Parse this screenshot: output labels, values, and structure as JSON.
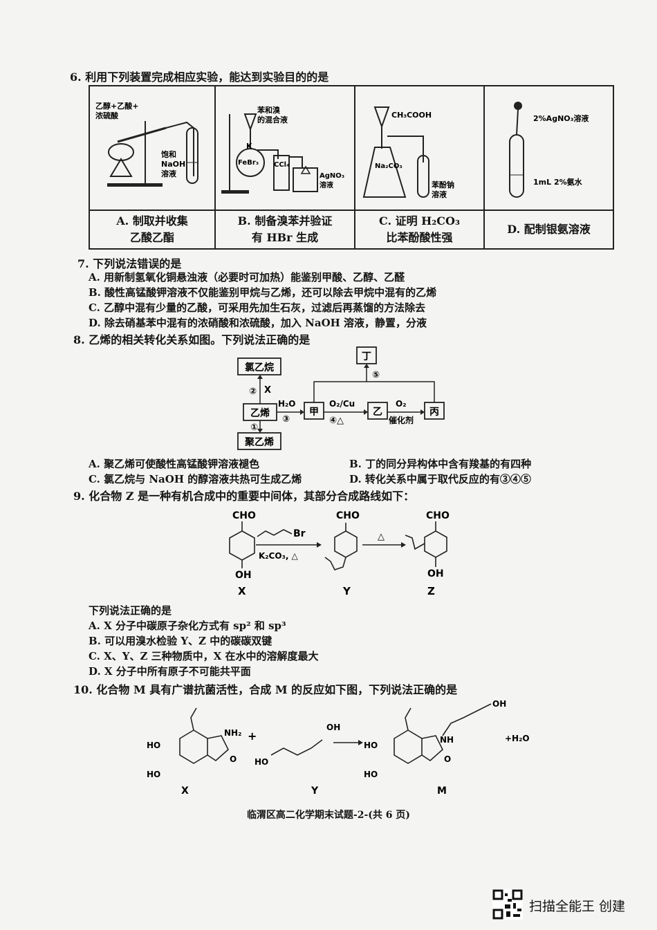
{
  "q6": {
    "stem": "6. 利用下列装置完成相应实验，能达到实验目的的是",
    "apparatus": {
      "a": {
        "labels": [
          "乙醇+乙酸+",
          "浓硫酸",
          "饱和",
          "NaOH",
          "溶液"
        ],
        "caption_line1": "A. 制取并收集",
        "caption_line2": "乙酸乙酯"
      },
      "b": {
        "labels": [
          "苯和溴",
          "的混合液",
          "K",
          "FeBr₃",
          "CCl₄",
          "AgNO₃",
          "溶液"
        ],
        "caption_line1": "B. 制备溴苯并验证",
        "caption_line2": "有 HBr 生成"
      },
      "c": {
        "labels": [
          "CH₃COOH",
          "Na₂CO₃",
          "苯酚钠",
          "溶液"
        ],
        "caption_line1": "C. 证明 H₂CO₃",
        "caption_line2": "比苯酚酸性强"
      },
      "d": {
        "labels": [
          "2%AgNO₃溶液",
          "1mL 2%氨水"
        ],
        "caption_line1": "D. 配制银氨溶液"
      }
    }
  },
  "q7": {
    "stem": "7. 下列说法错误的是",
    "options": [
      "A. 用新制氢氧化铜悬浊液（必要时可加热）能鉴别甲酸、乙醇、乙醛",
      "B. 酸性高锰酸钾溶液不仅能鉴别甲烷与乙烯，还可以除去甲烷中混有的乙烯",
      "C. 乙醇中混有少量的乙酸，可采用先加生石灰，过滤后再蒸馏的方法除去",
      "D. 除去硝基苯中混有的浓硝酸和浓硫酸，加入 NaOH 溶液，静置，分液"
    ]
  },
  "q8": {
    "stem": "8. 乙烯的相关转化关系如图。下列说法正确的是",
    "diagram": {
      "nodes": {
        "chloroethane": "氯乙烷",
        "ethylene": "乙烯",
        "polyethylene": "聚乙烯",
        "jia": "甲",
        "yi": "乙",
        "bing": "丙",
        "ding": "丁"
      },
      "edges": {
        "e1": "①",
        "e2": "②",
        "x": "X",
        "water": "H₂O",
        "e3": "③",
        "o2cu": "O₂/Cu",
        "e4": "④△",
        "o2": "O₂",
        "cat": "催化剂",
        "e5": "⑤"
      }
    },
    "options": {
      "a": "A. 聚乙烯可使酸性高锰酸钾溶液褪色",
      "b": "B. 丁的同分异构体中含有羧基的有四种",
      "c": "C. 氯乙烷与 NaOH 的醇溶液共热可生成乙烯",
      "d": "D. 转化关系中属于取代反应的有③④⑤"
    }
  },
  "q9": {
    "stem": "9. 化合物 Z 是一种有机合成中的重要中间体，其部分合成路线如下：",
    "scheme": {
      "labels": [
        "X",
        "Y",
        "Z"
      ],
      "cho": "CHO",
      "oh": "OH",
      "br": "Br",
      "reagent": "K₂CO₃, △",
      "heat": "△"
    },
    "intro": "下列说法正确的是",
    "options": [
      "A. X 分子中碳原子杂化方式有 sp² 和 sp³",
      "B. 可以用溴水检验 Y、Z 中的碳碳双键",
      "C. X、Y、Z 三种物质中，X 在水中的溶解度最大",
      "D. X 分子中所有原子不可能共平面"
    ]
  },
  "q10": {
    "stem": "10. 化合物 M 具有广谱抗菌活性，合成 M 的反应如下图，下列说法正确的是",
    "scheme": {
      "labels": [
        "X",
        "Y",
        "M"
      ],
      "nh2": "NH₂",
      "nh": "NH",
      "ho": "HO",
      "oh": "OH",
      "o": "O",
      "plus": "+",
      "water": "+H₂O"
    }
  },
  "footer": "临渭区高二化学期末试题-2-(共 6 页)",
  "scanner": {
    "text": "扫描全能王 创建",
    "icon": "qr-code-icon"
  }
}
